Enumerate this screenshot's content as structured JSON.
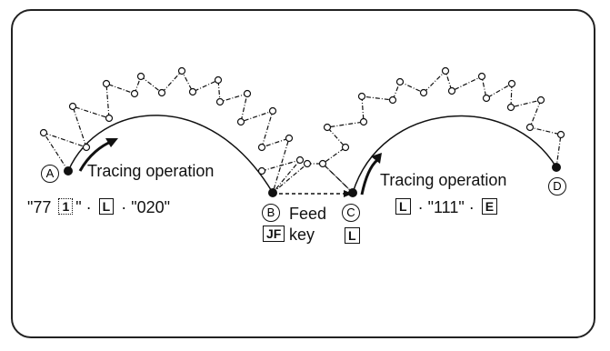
{
  "points": {
    "A": "A",
    "B": "B",
    "C": "C",
    "D": "D"
  },
  "labels": {
    "op1": "Tracing operation",
    "op2": "Tracing operation",
    "feed": "Feed",
    "key": "key"
  },
  "codes": {
    "left": {
      "q1": "\"77",
      "k1": "1",
      "q2": "\"",
      "dot1": "·",
      "k2": "L",
      "dot2": "·",
      "q3": "\"020\""
    },
    "right": {
      "k1": "L",
      "dot1": "·",
      "q1": "\"111\"",
      "dot2": "·",
      "k2": "E"
    },
    "feed_key": "JF",
    "c_key": "L"
  }
}
